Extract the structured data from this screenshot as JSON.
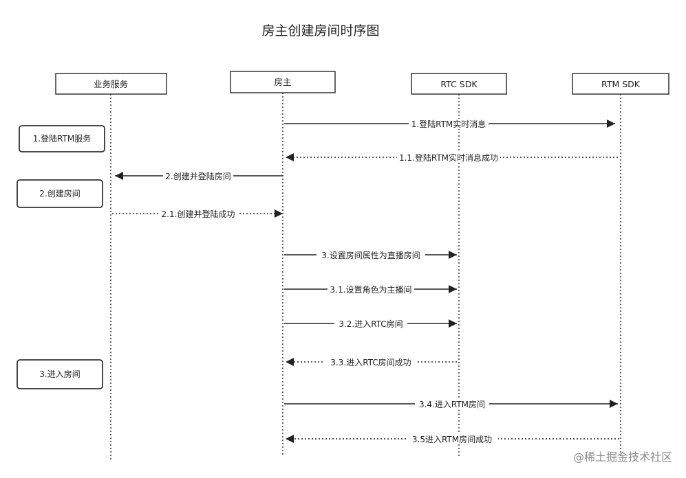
{
  "title": "房主创建房间时序图",
  "participants": [
    {
      "id": "biz",
      "label": "业务服务"
    },
    {
      "id": "host",
      "label": "房主"
    },
    {
      "id": "rtc",
      "label": "RTC SDK"
    },
    {
      "id": "rtm",
      "label": "RTM SDK"
    }
  ],
  "notes": [
    {
      "label": "1.登陆RTM服务"
    },
    {
      "label": "2.创建房间"
    },
    {
      "label": "3.进入房间"
    }
  ],
  "messages": [
    {
      "label": "1.登陆RTM实时消息",
      "from": "host",
      "to": "rtm",
      "style": "solid"
    },
    {
      "label": "1.1.登陆RTM实时消息成功",
      "from": "rtm",
      "to": "host",
      "style": "dotted"
    },
    {
      "label": "2.创建并登陆房间",
      "from": "host",
      "to": "biz",
      "style": "solid"
    },
    {
      "label": "2.1.创建并登陆成功",
      "from": "biz",
      "to": "host",
      "style": "dotted"
    },
    {
      "label": "3.设置房间属性为直播房间",
      "from": "host",
      "to": "rtc",
      "style": "solid"
    },
    {
      "label": "3.1.设置角色为主播间",
      "from": "host",
      "to": "rtc",
      "style": "solid"
    },
    {
      "label": "3.2.进入RTC房间",
      "from": "host",
      "to": "rtc",
      "style": "solid"
    },
    {
      "label": "3.3.进入RTC房间成功",
      "from": "rtc",
      "to": "host",
      "style": "dotted"
    },
    {
      "label": "3.4.进入RTM房间",
      "from": "host",
      "to": "rtm",
      "style": "solid"
    },
    {
      "label": "3.5进入RTM房间成功",
      "from": "rtm",
      "to": "host",
      "style": "dotted"
    }
  ],
  "watermark": "@稀土掘金技术社区"
}
